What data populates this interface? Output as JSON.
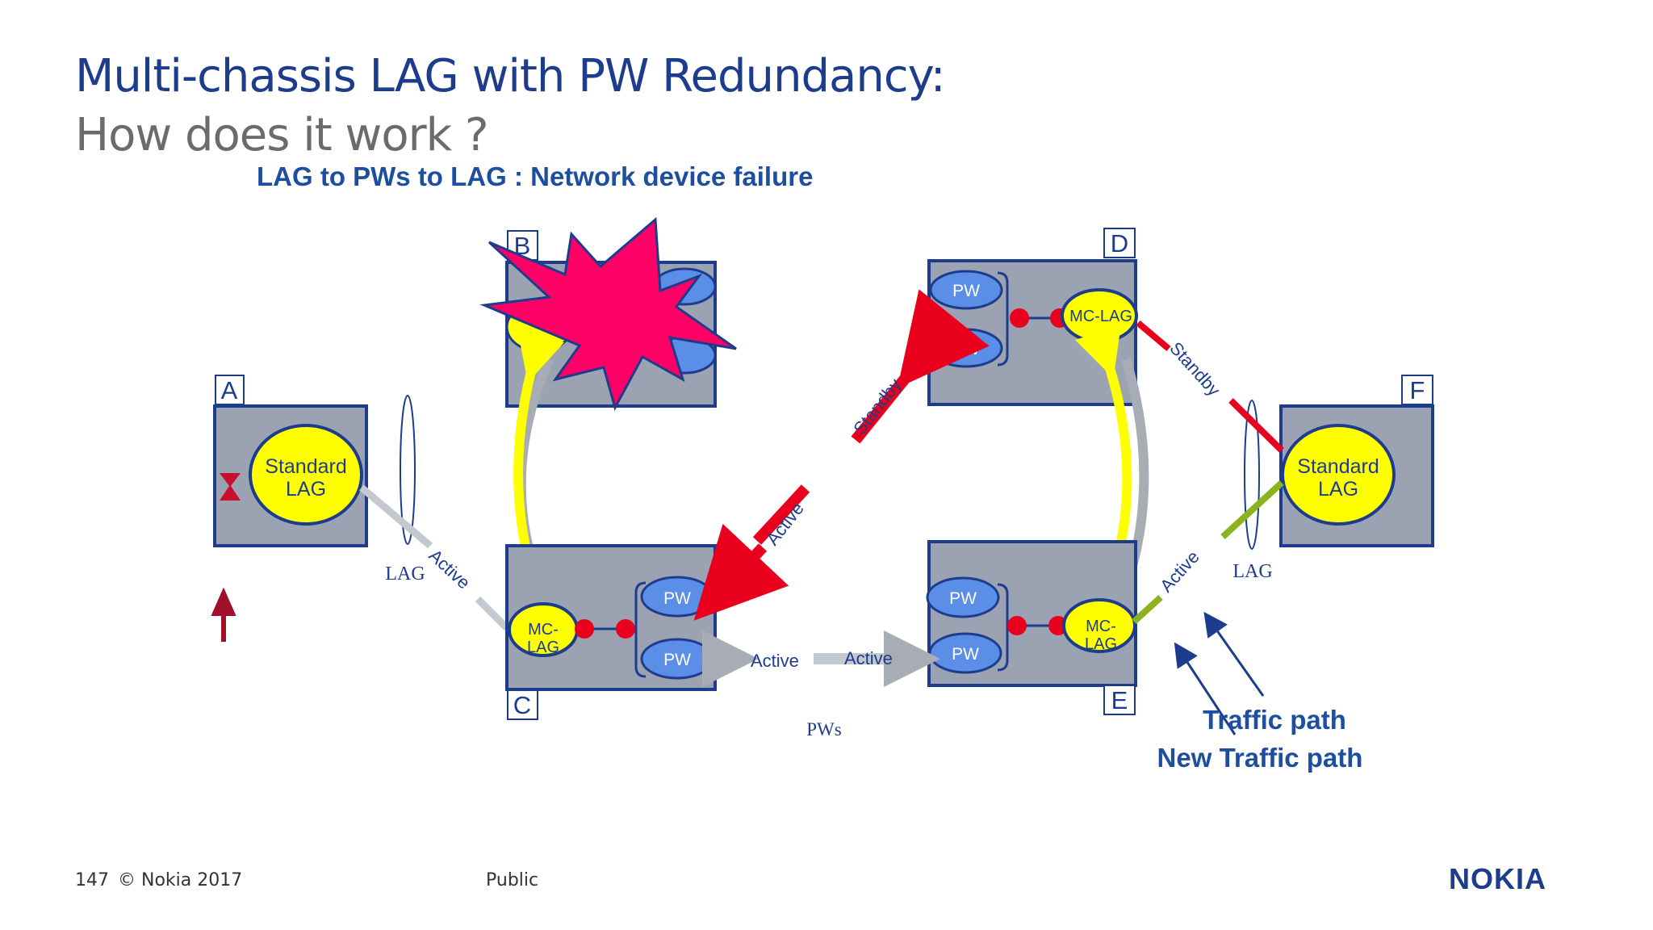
{
  "slide": {
    "title_line1": "Multi-chassis LAG with PW Redundancy:",
    "title_line2": "How does it work ?",
    "subtitle": "LAG to PWs to LAG : Network device failure"
  },
  "footer": {
    "page_number": "147",
    "copyright": "© Nokia 2017",
    "classification": "Public",
    "logo_text": "NOKIA"
  },
  "diagram": {
    "nodes": {
      "A": {
        "label": "A",
        "inner": [
          "Standard",
          "LAG"
        ]
      },
      "B": {
        "label": "B"
      },
      "C": {
        "label": "C",
        "mclag": [
          "MC-",
          "LAG"
        ],
        "pw_top": "PW",
        "pw_bottom": "PW"
      },
      "D": {
        "label": "D",
        "mclag": "MC-LAG",
        "pw_top": "PW",
        "pw_bottom": "PW"
      },
      "E": {
        "label": "E",
        "mclag": [
          "MC-",
          "LAG"
        ],
        "pw_top": "PW",
        "pw_bottom": "PW"
      },
      "F": {
        "label": "F",
        "inner": [
          "Standard",
          "LAG"
        ]
      }
    },
    "link_labels": {
      "lag_left": "LAG",
      "lag_right": "LAG",
      "active_a_c": "Active",
      "active_c_d": "Active",
      "standby_c_d": "Standby",
      "standby_d_f": "Standby",
      "active_e_f": "Active",
      "active_pw_left": "Active",
      "active_pw_right": "Active",
      "pws": "PWs"
    },
    "legend": {
      "traffic_path": "Traffic path",
      "new_traffic_path": "New Traffic path"
    },
    "colors": {
      "node_fill": "#9ba3b3",
      "node_border": "#1e3c8c",
      "yellow": "#ffff00",
      "pw_fill": "#5b8ee6",
      "red": "#e8001c",
      "explosion": "#ff0066",
      "green": "#8ab31e",
      "gray_arrow": "#c4c8d0",
      "dark_red": "#a0102a"
    }
  }
}
